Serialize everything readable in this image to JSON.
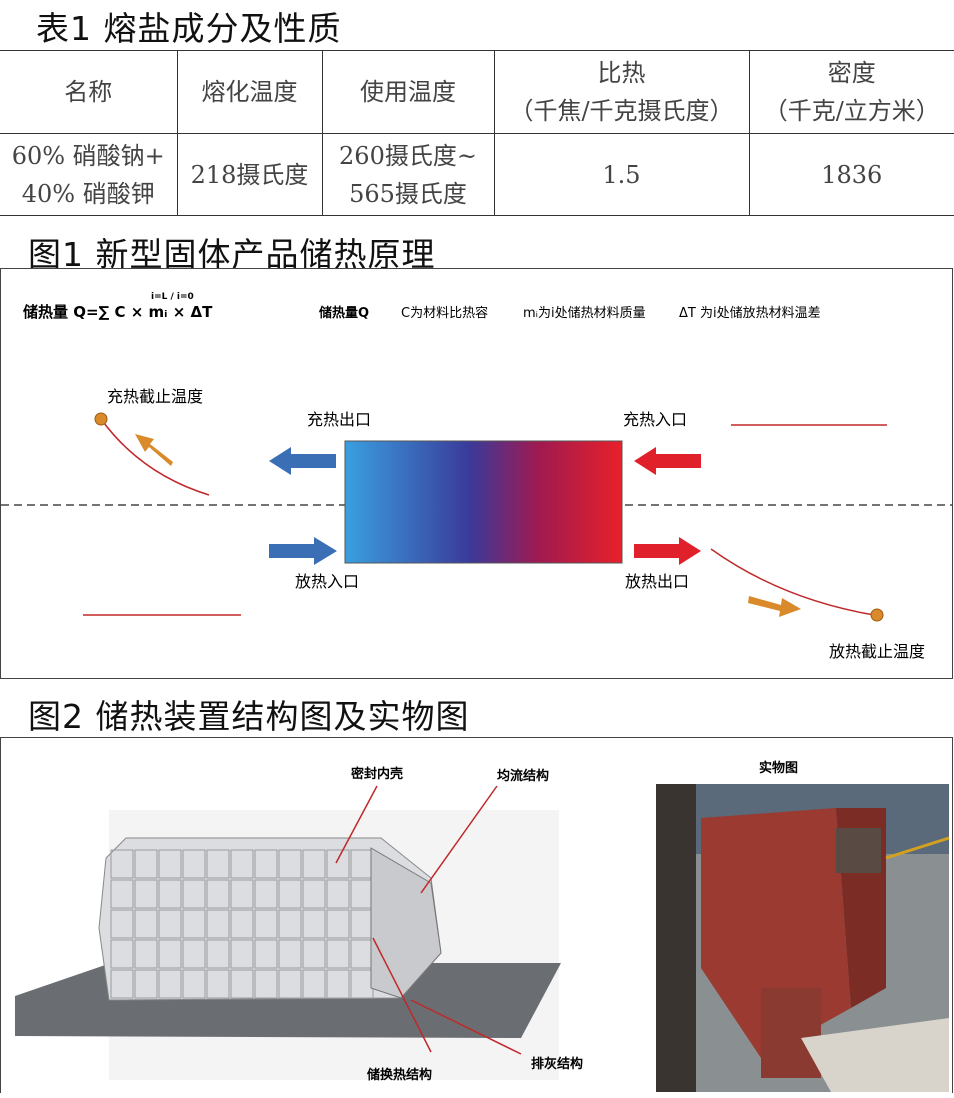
{
  "table1": {
    "title": "表1 熔盐成分及性质",
    "headers": [
      "名称",
      "熔化温度",
      "使用温度",
      "比热",
      "（千焦/千克摄氏度）",
      "密度",
      "（千克/立方米）"
    ],
    "row": {
      "name_1": "60% 硝酸钠+",
      "name_2": "40% 硝酸钾",
      "melt": "218摄氏度",
      "use_1": "260摄氏度~",
      "use_2": "565摄氏度",
      "heat": "1.5",
      "density": "1836"
    }
  },
  "fig1": {
    "title": "图1 新型固体产品储热原理",
    "formula": "储热量  Q=∑ C × mᵢ × ΔT",
    "formula_limits": "i=L / i=0",
    "legend": [
      "储热量Q",
      "C为材料比热容",
      "mᵢ为i处储热材料质量",
      "ΔT 为i处储放热材料温差"
    ],
    "labels": {
      "charge_cutoff": "充热截止温度",
      "charge_out": "充热出口",
      "charge_in": "充热入口",
      "discharge_in": "放热入口",
      "discharge_out": "放热出口",
      "discharge_cutoff": "放热截止温度"
    },
    "colors": {
      "blue": "#3a6fb5",
      "red": "#e0202a",
      "orange": "#d98a2b",
      "line": "#c0282a"
    }
  },
  "fig2": {
    "title": "图2 储热装置结构图及实物图",
    "labels": {
      "shell": "密封内壳",
      "flow": "均流结构",
      "exchange": "储换热结构",
      "ash": "排灰结构",
      "photo": "实物图"
    }
  }
}
